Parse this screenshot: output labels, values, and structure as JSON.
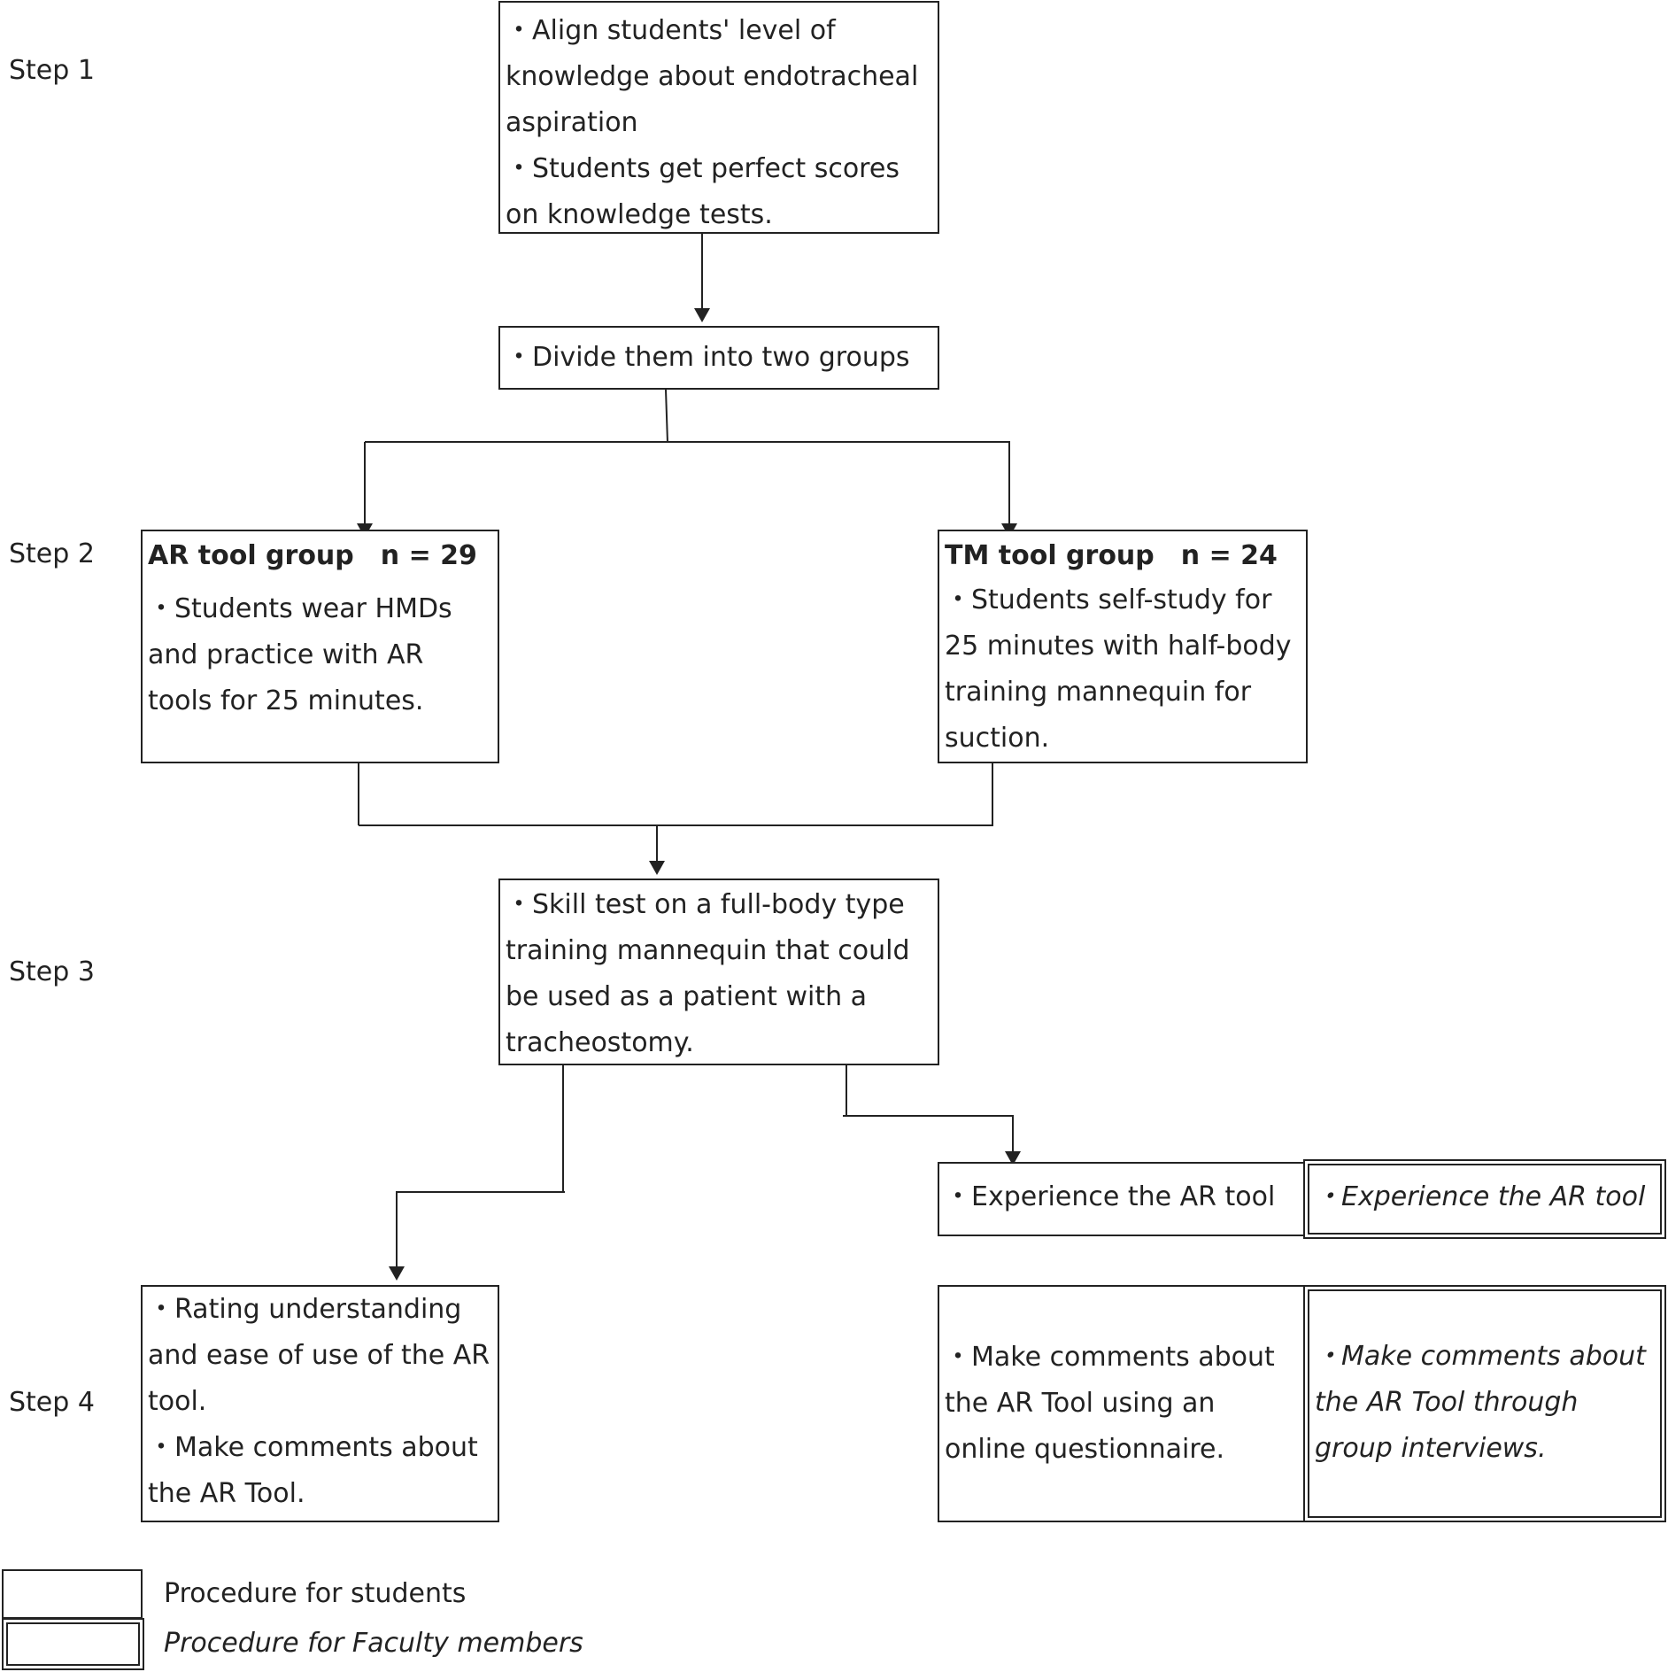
{
  "steps": [
    "Step 1",
    "Step 2",
    "Step 3",
    "Step 4"
  ],
  "step1": {
    "lines": [
      "・Align students' level of knowledge about endotracheal aspiration",
      "・Students get perfect scores on knowledge tests."
    ]
  },
  "divide": {
    "text": "・Divide them into two groups"
  },
  "ar_group": {
    "title": "AR tool group",
    "n": "n = 29",
    "text": "・Students wear HMDs and practice with AR tools for 25 minutes."
  },
  "tm_group": {
    "title": "TM tool group",
    "n": "n = 24",
    "text": "・Students self-study for 25 minutes with half-body training mannequin for suction."
  },
  "step3": {
    "text": "・Skill test on a full-body type training mannequin that could be used as a patient with a tracheostomy."
  },
  "experience_students": {
    "text": "・Experience the AR tool"
  },
  "experience_faculty": {
    "text": "・Experience the AR tool"
  },
  "step4_ar": {
    "lines": [
      "・Rating understanding and ease of use of the AR tool.",
      "・Make comments about the AR Tool."
    ]
  },
  "step4_tm_students": {
    "text": "・Make comments about the AR Tool using an online questionnaire."
  },
  "step4_tm_faculty": {
    "text": "・Make comments about the AR Tool through group interviews."
  },
  "legend": {
    "students": "Procedure for students",
    "faculty": "Procedure for Faculty members"
  }
}
